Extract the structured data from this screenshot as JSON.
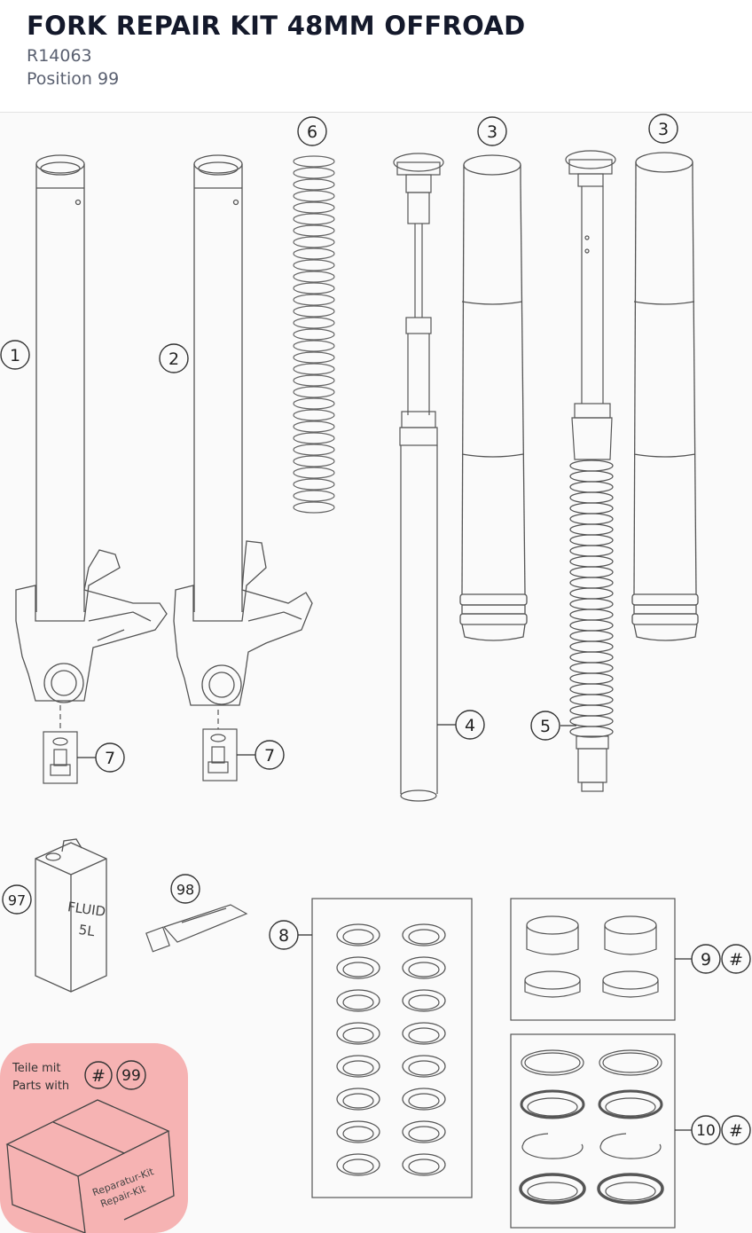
{
  "header": {
    "title": "FORK REPAIR KIT 48MM OFFROAD",
    "part_number": "R14063",
    "position": "Position 99"
  },
  "diagram": {
    "callouts": {
      "c1": "1",
      "c2": "2",
      "c3a": "3",
      "c3b": "3",
      "c4": "4",
      "c5": "5",
      "c6": "6",
      "c7a": "7",
      "c7b": "7",
      "c8": "8",
      "c9": "9",
      "c9hash": "#",
      "c10": "10",
      "c10hash": "#",
      "c97": "97",
      "c98": "98"
    },
    "kit_note": {
      "line1": "Teile mit",
      "line2": "Parts with",
      "hash": "#",
      "number": "99",
      "box_label_1": "Reparatur-Kit",
      "box_label_2": "Repair-Kit"
    },
    "fluid_can": {
      "label": "FLUID",
      "volume": "5L"
    },
    "highlight_color": "#f4a6a6"
  }
}
